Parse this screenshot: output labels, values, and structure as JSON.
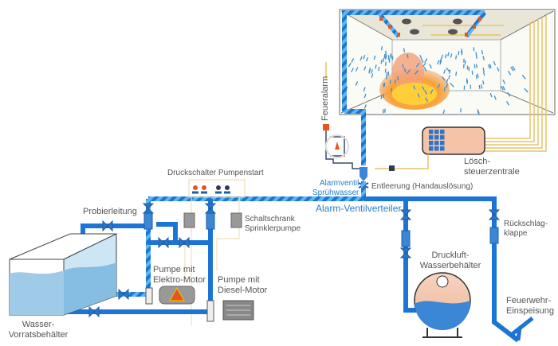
{
  "title": "Sprinkleranlage Schema",
  "labels": {
    "feueralarm": "Feueralarm",
    "loesch_line1": "Lösch-",
    "loesch_line2": "steuerzentrale",
    "alarmventil_line1": "Alarmventil",
    "alarmventil_line2": "Sprühwasser",
    "entleerung": "Entleerung (Handauslösung)",
    "druckschalter": "Druckschalter Pumpenstart",
    "alarm_ventilverteiler": "Alarm-Ventilverteiler",
    "probierleitung": "Probierleitung",
    "schaltschrank_line1": "Schaltschrank",
    "schaltschrank_line2": "Sprinklerpumpe",
    "pumpe_elektro_line1": "Pumpe mit",
    "pumpe_elektro_line2": "Elektro-Motor",
    "pumpe_diesel_line1": "Pumpe mit",
    "pumpe_diesel_line2": "Diesel-Motor",
    "wasser_line1": "Wasser-",
    "wasser_line2": "Vorratsbehälter",
    "druckluft_line1": "Druckluft-",
    "druckluft_line2": "Wasserbehälter",
    "rueckschlag_line1": "Rückschlag-",
    "rueckschlag_line2": "klappe",
    "feuerwehr_line1": "Feuerwehr-",
    "feuerwehr_line2": "Einspeisung"
  },
  "colors": {
    "pipe": "#1c74d4",
    "pipe_stripe": "#5fb6ef",
    "signal": "#e8c46a",
    "water": "#9fcbe8",
    "fire": "#f59a3c",
    "alarm": "#e8541c"
  }
}
